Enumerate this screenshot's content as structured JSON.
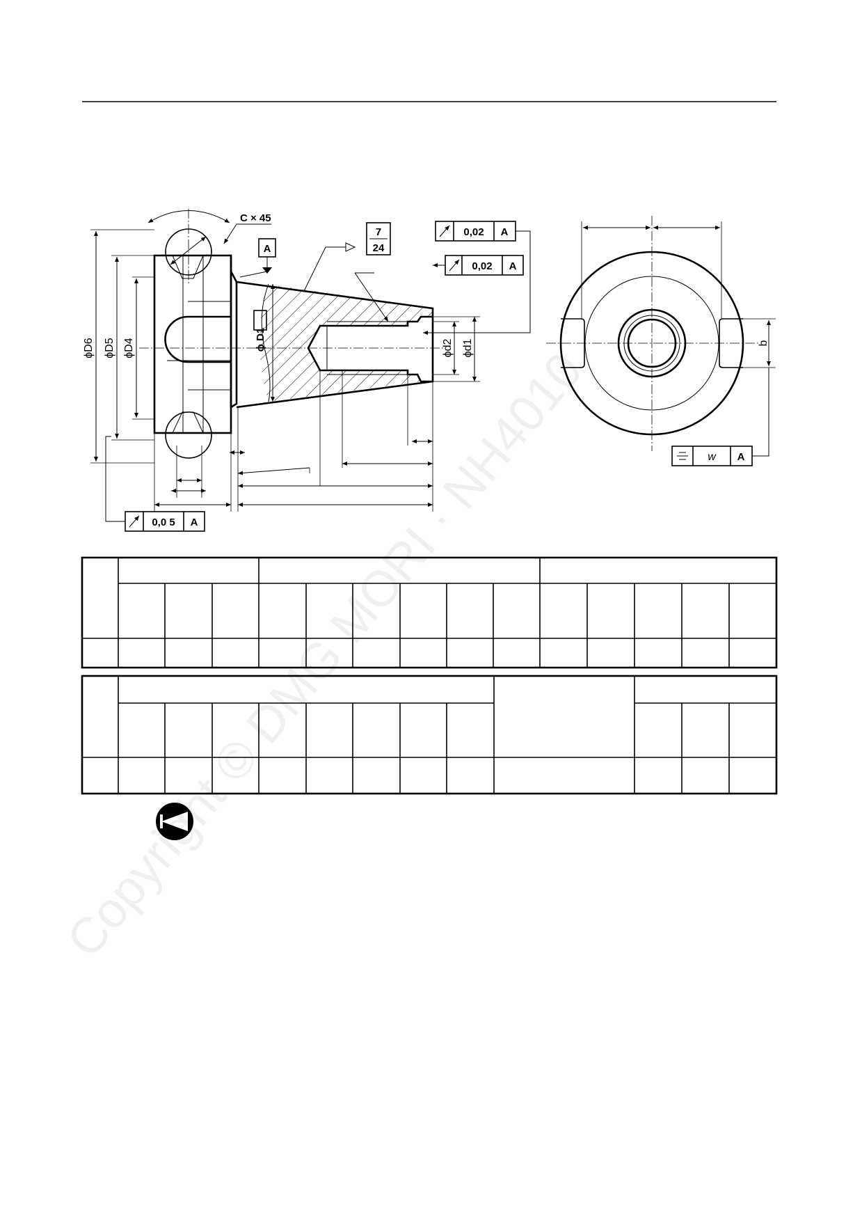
{
  "drawing": {
    "chamfer": "C × 45",
    "taper": {
      "numerator": "7",
      "denominator": "24"
    },
    "datum": "A",
    "runout_top": {
      "value": "0,02",
      "datum": "A"
    },
    "runout_mid": {
      "value": "0,02",
      "datum": "A"
    },
    "runout_bottom": {
      "value": "0,0 5",
      "datum": "A"
    },
    "symmetry": {
      "value": "w",
      "datum": "A"
    },
    "dims": {
      "d6": "ϕD6",
      "d5": "ϕD5",
      "d4": "ϕD4",
      "d1": "ϕ D1",
      "sd2": "ϕd2",
      "sd1": "ϕd1",
      "b": "b"
    }
  },
  "watermark": "Copyright © DMG MORI · NH4010",
  "icon": "warning-pointer-icon"
}
